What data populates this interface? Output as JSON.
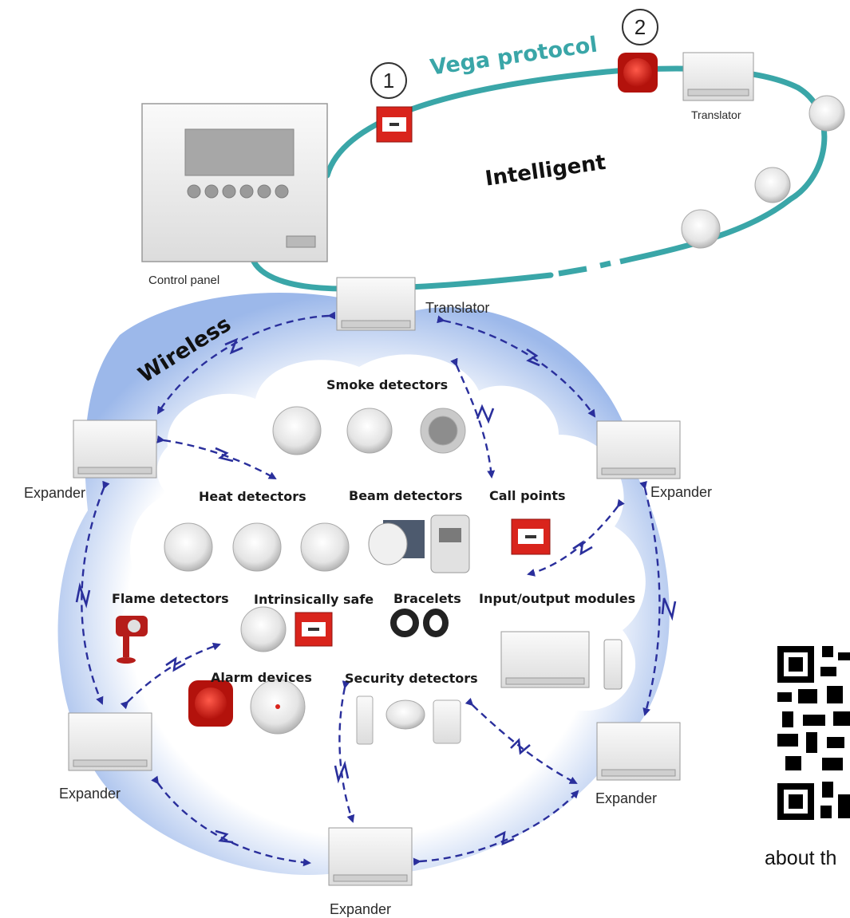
{
  "labels": {
    "vega_protocol": "Vega protocol",
    "intelligent": "Intelligent",
    "wireless": "Wireless",
    "control_panel": "Control panel",
    "translator_top": "Translator",
    "translator_main": "Translator",
    "expander_top_left": "Expander",
    "expander_top_right": "Expander",
    "expander_bottom_left": "Expander",
    "expander_bottom_right": "Expander",
    "expander_bottom": "Expander",
    "marker_1": "1",
    "marker_2": "2"
  },
  "categories": {
    "smoke": "Smoke detectors",
    "heat": "Heat detectors",
    "beam": "Beam detectors",
    "call": "Call points",
    "flame": "Flame detectors",
    "intrinsic": "Intrinsically safe",
    "bracelets": "Bracelets",
    "io": "Input/output modules",
    "alarm": "Alarm devices",
    "security": "Security detectors"
  },
  "qr": {
    "caption": "about th"
  },
  "colors": {
    "loop": "#3aa6a8",
    "arrow": "#2a2f9c",
    "cloud": "#a9c2ec",
    "red": "#d9241c"
  }
}
